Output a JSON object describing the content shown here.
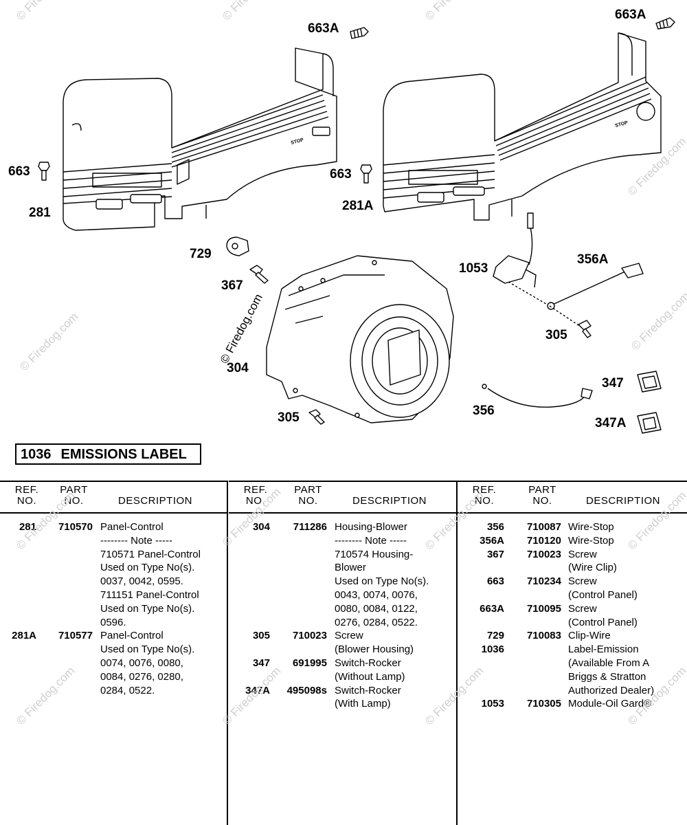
{
  "callouts": {
    "c663A_1": "663A",
    "c663A_2": "663A",
    "c663_1": "663",
    "c663_2": "663",
    "c281": "281",
    "c281A": "281A",
    "c729": "729",
    "c367": "367",
    "c1053": "1053",
    "c356A": "356A",
    "c305_1": "305",
    "c304": "304",
    "c305_2": "305",
    "c347": "347",
    "c356": "356",
    "c347A": "347A"
  },
  "diagram_text": {
    "stop_left": "STOP",
    "stop_right": "STOP",
    "watermark_center": "© Firedog.com"
  },
  "emissions_label": {
    "ref": "1036",
    "text": "EMISSIONS LABEL"
  },
  "table": {
    "headers": {
      "ref": "REF.\nNO.",
      "part": "PART\nNO.",
      "desc": "DESCRIPTION"
    },
    "columns": [
      [
        {
          "ref": "281",
          "part": "710570",
          "desc": "Panel-Control\n-------- Note -----\n710571 Panel-Control\nUsed on Type No(s).\n0037, 0042, 0595.\n711151 Panel-Control\nUsed on Type No(s).\n0596."
        },
        {
          "ref": "281A",
          "part": "710577",
          "desc": "Panel-Control\nUsed on Type No(s).\n0074, 0076, 0080,\n0084, 0276, 0280,\n0284, 0522."
        }
      ],
      [
        {
          "ref": "304",
          "part": "711286",
          "desc": "Housing-Blower\n-------- Note -----\n710574 Housing-\nBlower\nUsed on Type No(s).\n0043, 0074, 0076,\n0080, 0084, 0122,\n0276, 0284, 0522."
        },
        {
          "ref": "305",
          "part": "710023",
          "desc": "Screw\n(Blower Housing)"
        },
        {
          "ref": "347",
          "part": "691995",
          "desc": "Switch-Rocker\n(Without Lamp)"
        },
        {
          "ref": "347A",
          "part": "495098s",
          "desc": "Switch-Rocker\n(With Lamp)"
        }
      ],
      [
        {
          "ref": "356",
          "part": "710087",
          "desc": "Wire-Stop"
        },
        {
          "ref": "356A",
          "part": "710120",
          "desc": "Wire-Stop"
        },
        {
          "ref": "367",
          "part": "710023",
          "desc": "Screw\n(Wire Clip)"
        },
        {
          "ref": "663",
          "part": "710234",
          "desc": "Screw\n(Control Panel)"
        },
        {
          "ref": "663A",
          "part": "710095",
          "desc": "Screw\n(Control Panel)"
        },
        {
          "ref": "729",
          "part": "710083",
          "desc": "Clip-Wire"
        },
        {
          "ref": "1036",
          "part": "",
          "desc": "Label-Emission\n(Available From A\nBriggs & Stratton\nAuthorized Dealer)"
        },
        {
          "ref": "1053",
          "part": "710305",
          "desc": "Module-Oil Gard®"
        }
      ]
    ]
  },
  "watermark": "© Firedog.com",
  "colors": {
    "ink": "#000000",
    "watermark": "#cfcfcf",
    "panel_fill": "#ffffff"
  }
}
